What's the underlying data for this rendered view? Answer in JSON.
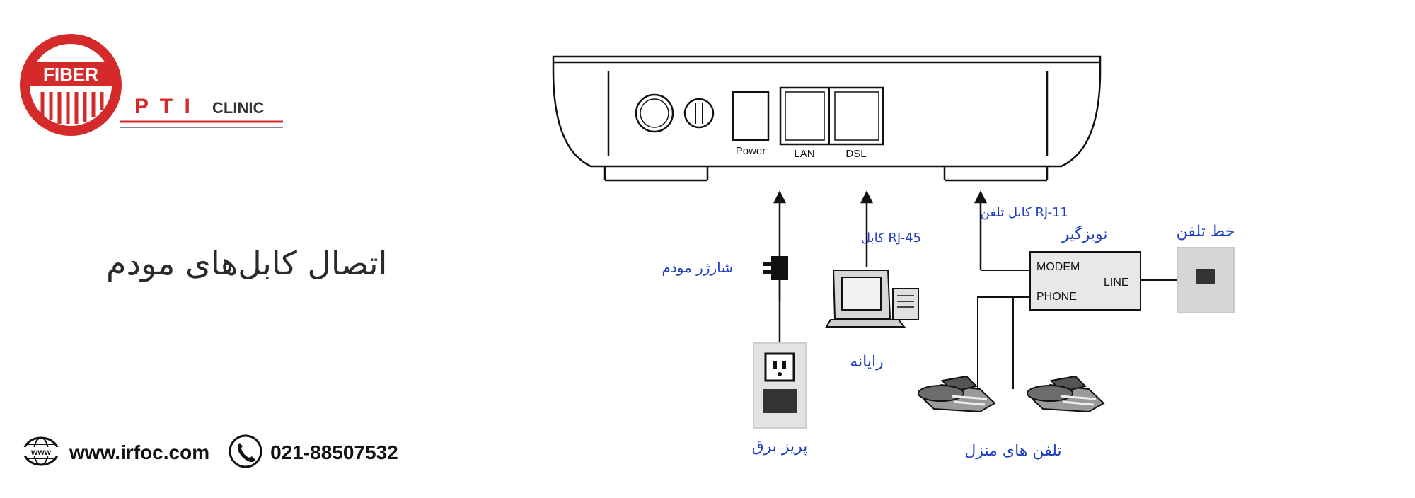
{
  "brand": {
    "fiber": "FIBER",
    "opti_letters": "P T I",
    "clinic": "CLINIC",
    "color": "#d52a2a"
  },
  "title": "اتصال کابل‌های مودم",
  "contact": {
    "website": "www.irfoc.com",
    "phone": "021-88507532"
  },
  "diagram": {
    "modem_ports": {
      "power": "Power",
      "lan": "LAN",
      "dsl": "DSL"
    },
    "splitter": {
      "label": "نویزگیر",
      "modem": "MODEM",
      "phone": "PHONE",
      "line": "LINE"
    },
    "labels": {
      "charger": "شارژر مودم",
      "outlet": "پریز برق",
      "computer": "رایانه",
      "rj45": "کابل RJ-45",
      "rj11": "کابل تلفن RJ-11",
      "home_phones": "تلفن های منزل",
      "phone_line": "خط تلفن"
    },
    "label_color": "#1f3fbf"
  }
}
